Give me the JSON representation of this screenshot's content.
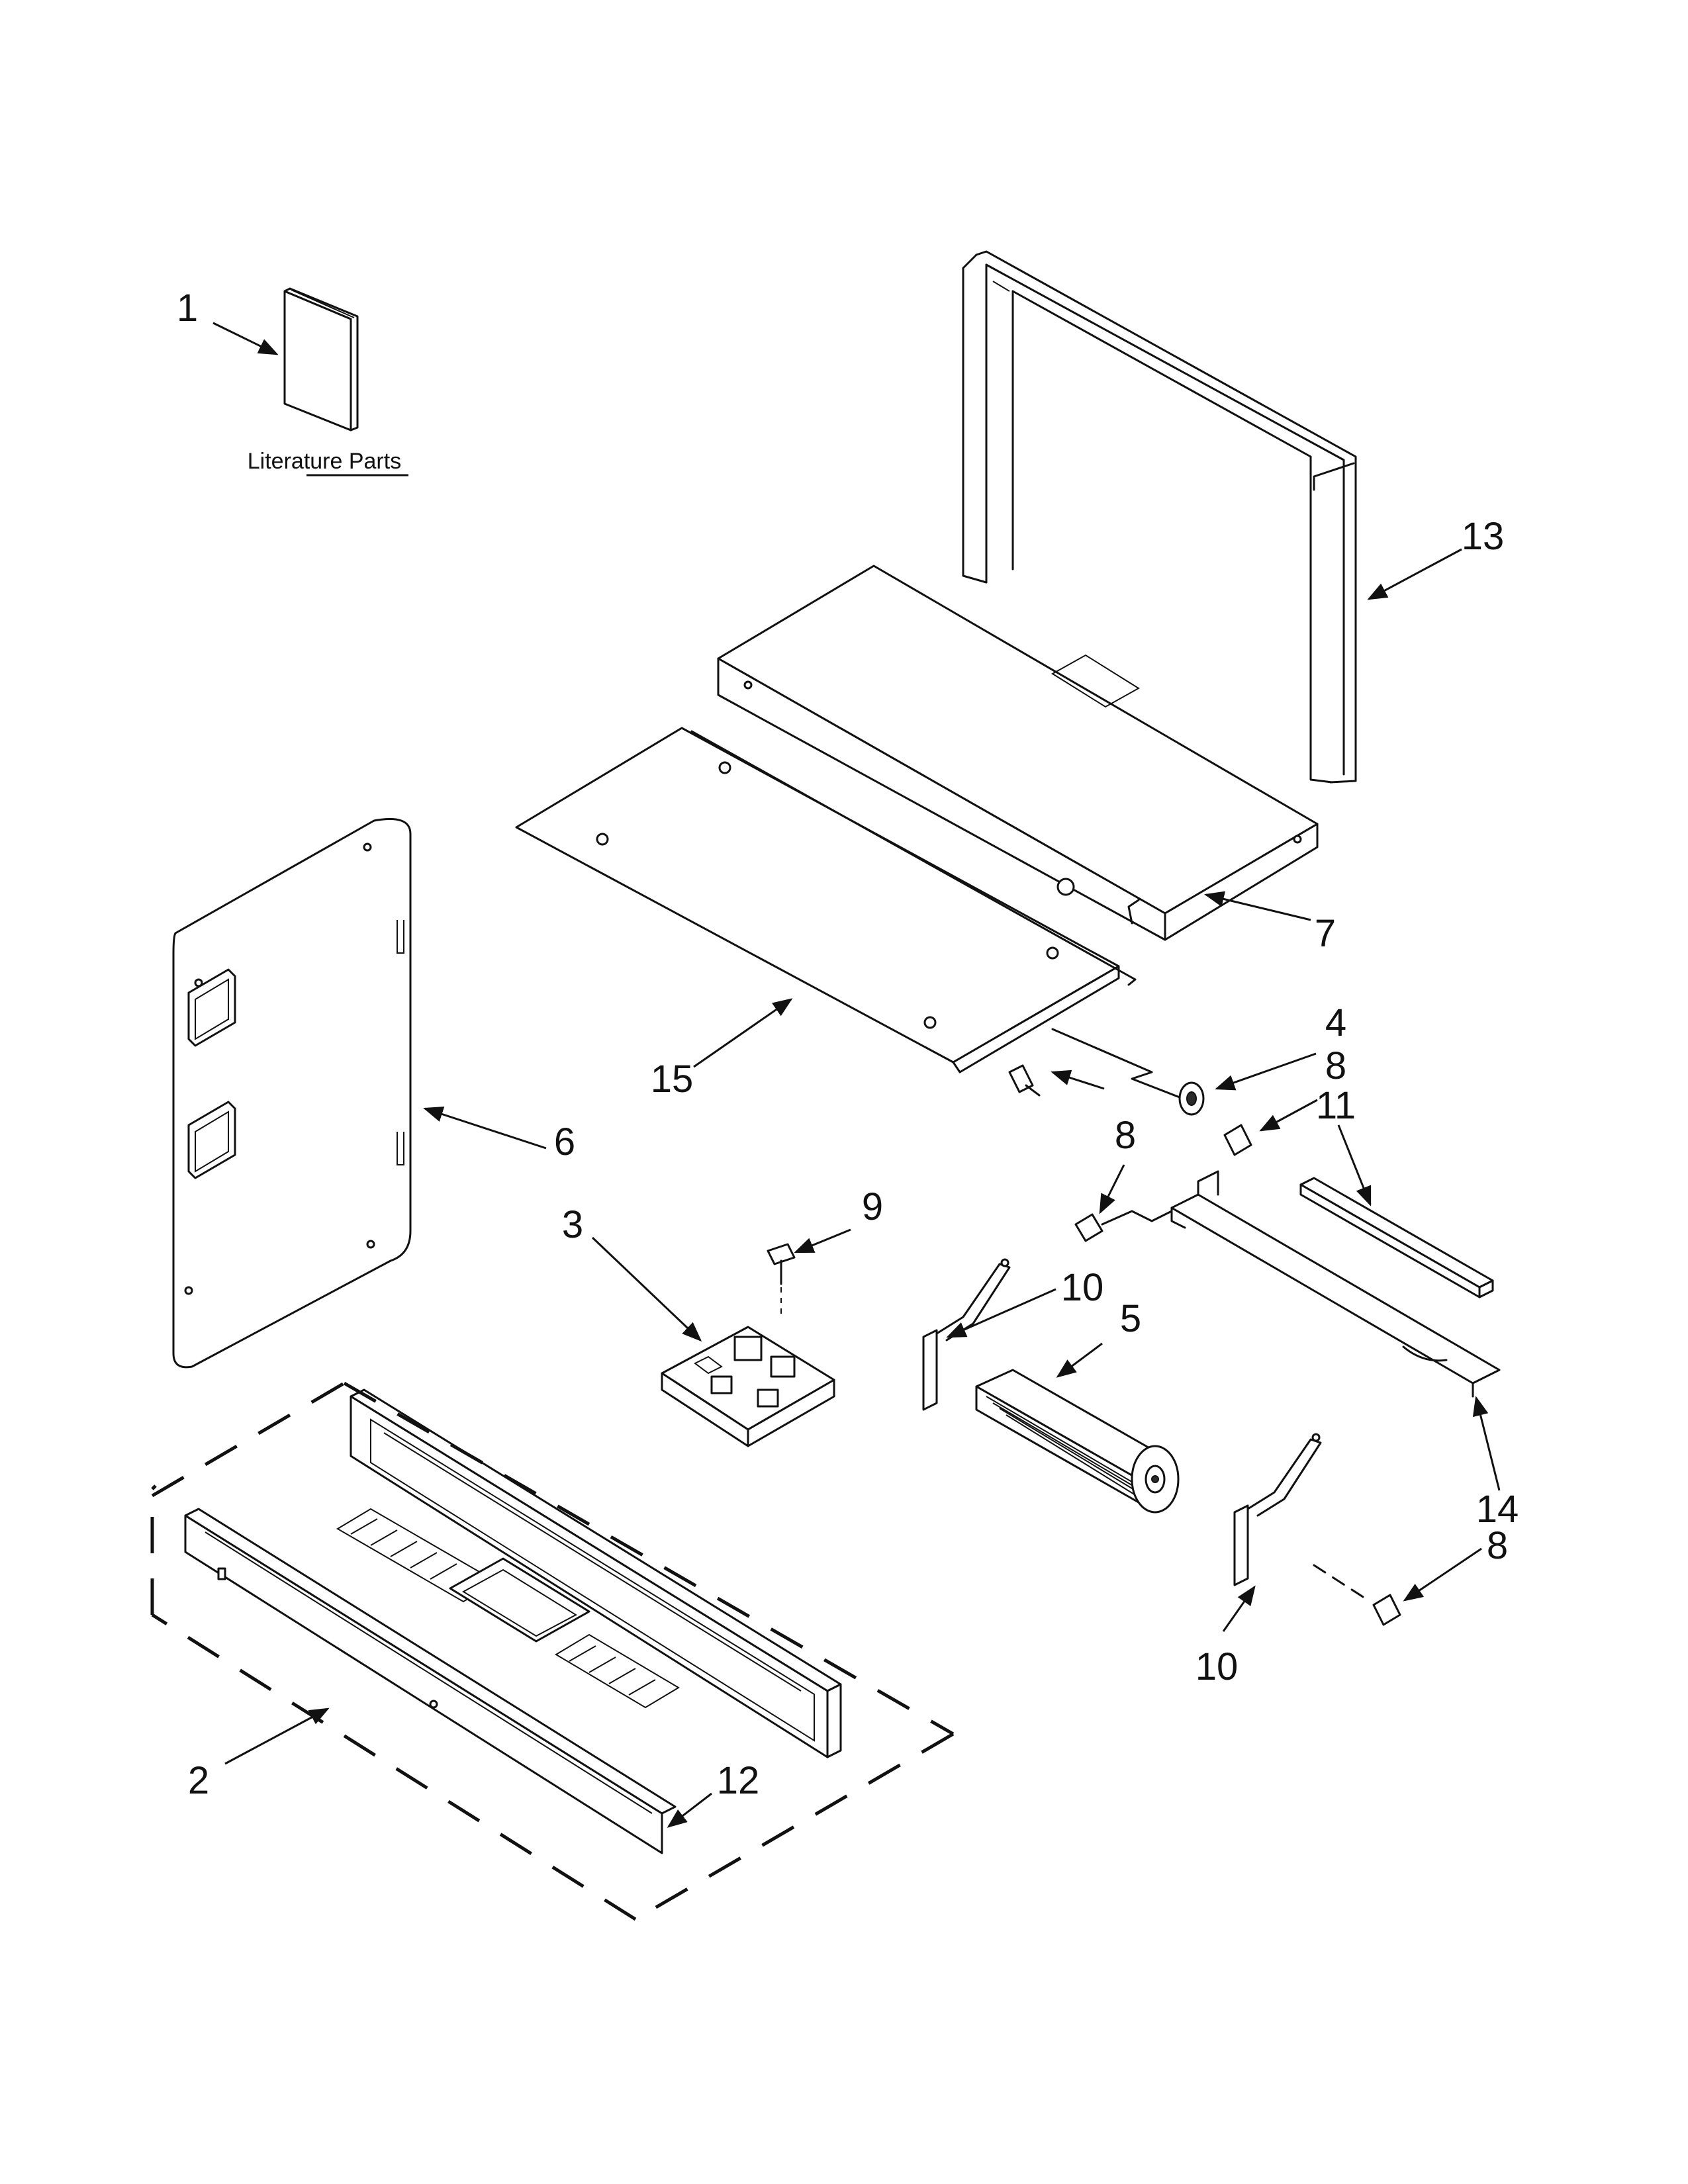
{
  "diagram": {
    "literature_label": "Literature Parts",
    "callouts": [
      {
        "id": "c1",
        "text": "1"
      },
      {
        "id": "c13",
        "text": "13"
      },
      {
        "id": "c7",
        "text": "7"
      },
      {
        "id": "c15",
        "text": "15"
      },
      {
        "id": "c4",
        "text": "4"
      },
      {
        "id": "c8a",
        "text": "8"
      },
      {
        "id": "c6",
        "text": "6"
      },
      {
        "id": "c8b",
        "text": "8"
      },
      {
        "id": "c11",
        "text": "11"
      },
      {
        "id": "c3",
        "text": "3"
      },
      {
        "id": "c9",
        "text": "9"
      },
      {
        "id": "c10a",
        "text": "10"
      },
      {
        "id": "c5",
        "text": "5"
      },
      {
        "id": "c14",
        "text": "14"
      },
      {
        "id": "c8c",
        "text": "8"
      },
      {
        "id": "c10b",
        "text": "10"
      },
      {
        "id": "c2",
        "text": "2"
      },
      {
        "id": "c12",
        "text": "12"
      }
    ]
  }
}
